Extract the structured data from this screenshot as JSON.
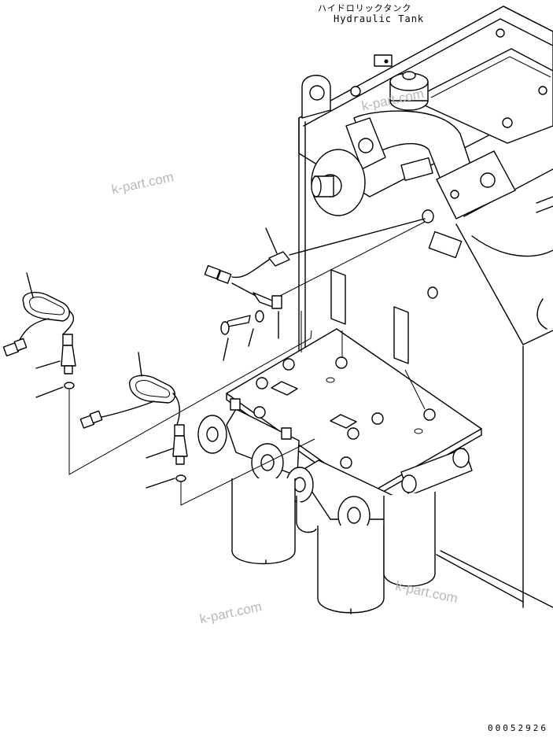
{
  "tank_label": {
    "japanese": "ハイドロリックタンク",
    "english": "Hydraulic Tank"
  },
  "watermarks": [
    "k-part.com",
    "k-part.com",
    "k-part.com",
    "k-part.com"
  ],
  "document_number": "00052926"
}
